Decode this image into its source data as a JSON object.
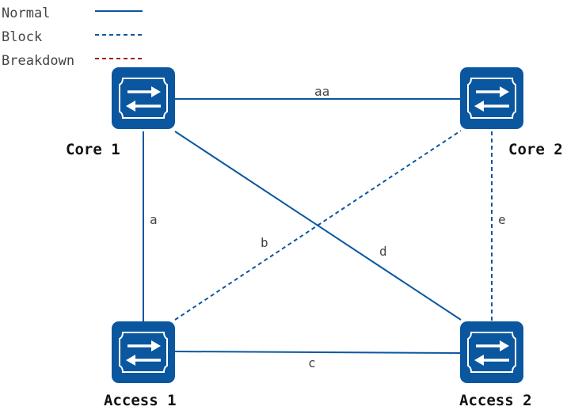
{
  "colors": {
    "normal": "#0a57a0",
    "block": "#0a57a0",
    "breakdown": "#a01818",
    "device_fill": "#0a57a0",
    "device_stroke": "#ffffff"
  },
  "legend": {
    "normal": "Normal",
    "block": "Block",
    "breakdown": "Breakdown"
  },
  "nodes": {
    "core1": {
      "label": "Core 1",
      "icon": "switch-icon"
    },
    "core2": {
      "label": "Core 2",
      "icon": "switch-icon"
    },
    "access1": {
      "label": "Access 1",
      "icon": "switch-icon"
    },
    "access2": {
      "label": "Access 2",
      "icon": "switch-icon"
    }
  },
  "links": {
    "aa": {
      "label": "aa",
      "from": "core1",
      "to": "core2",
      "status": "Normal"
    },
    "a": {
      "label": "a",
      "from": "core1",
      "to": "access1",
      "status": "Normal"
    },
    "b": {
      "label": "b",
      "from": "access1",
      "to": "core2",
      "status": "Block"
    },
    "c": {
      "label": "c",
      "from": "access1",
      "to": "access2",
      "status": "Normal"
    },
    "d": {
      "label": "d",
      "from": "core1",
      "to": "access2",
      "status": "Normal"
    },
    "e": {
      "label": "e",
      "from": "core2",
      "to": "access2",
      "status": "Block"
    }
  }
}
